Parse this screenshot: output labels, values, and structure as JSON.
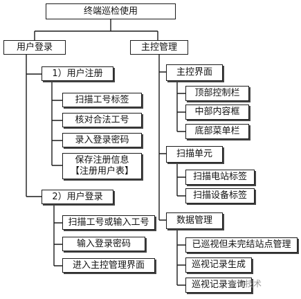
{
  "root": {
    "label": "终端巡检使用"
  },
  "user_login": {
    "label": "用户登录",
    "register": {
      "label": "1）用户注册",
      "items": [
        "扫描工号标签",
        "核对合法工号",
        "录入登录密码"
      ],
      "save": {
        "line1": "保存注册信息",
        "line2": "【注册用户表】"
      }
    },
    "login": {
      "label": "2）用户登录",
      "items": [
        "扫描工号或输入工号",
        "输入登录密码",
        "进入主控管理界面"
      ]
    }
  },
  "main_control": {
    "label": "主控管理",
    "interface": {
      "label": "主控界面",
      "items": [
        "顶部控制栏",
        "中部内容框",
        "底部菜单栏"
      ]
    },
    "scan": {
      "label": "扫描单元",
      "items": [
        "扫描电站标签",
        "扫描设备标签"
      ]
    },
    "data": {
      "label": "数据管理",
      "items": [
        "已巡视但未完结站点管理",
        "巡视记录生成",
        "巡视记录查询"
      ]
    }
  },
  "watermark": {
    "text": "电气技术"
  }
}
